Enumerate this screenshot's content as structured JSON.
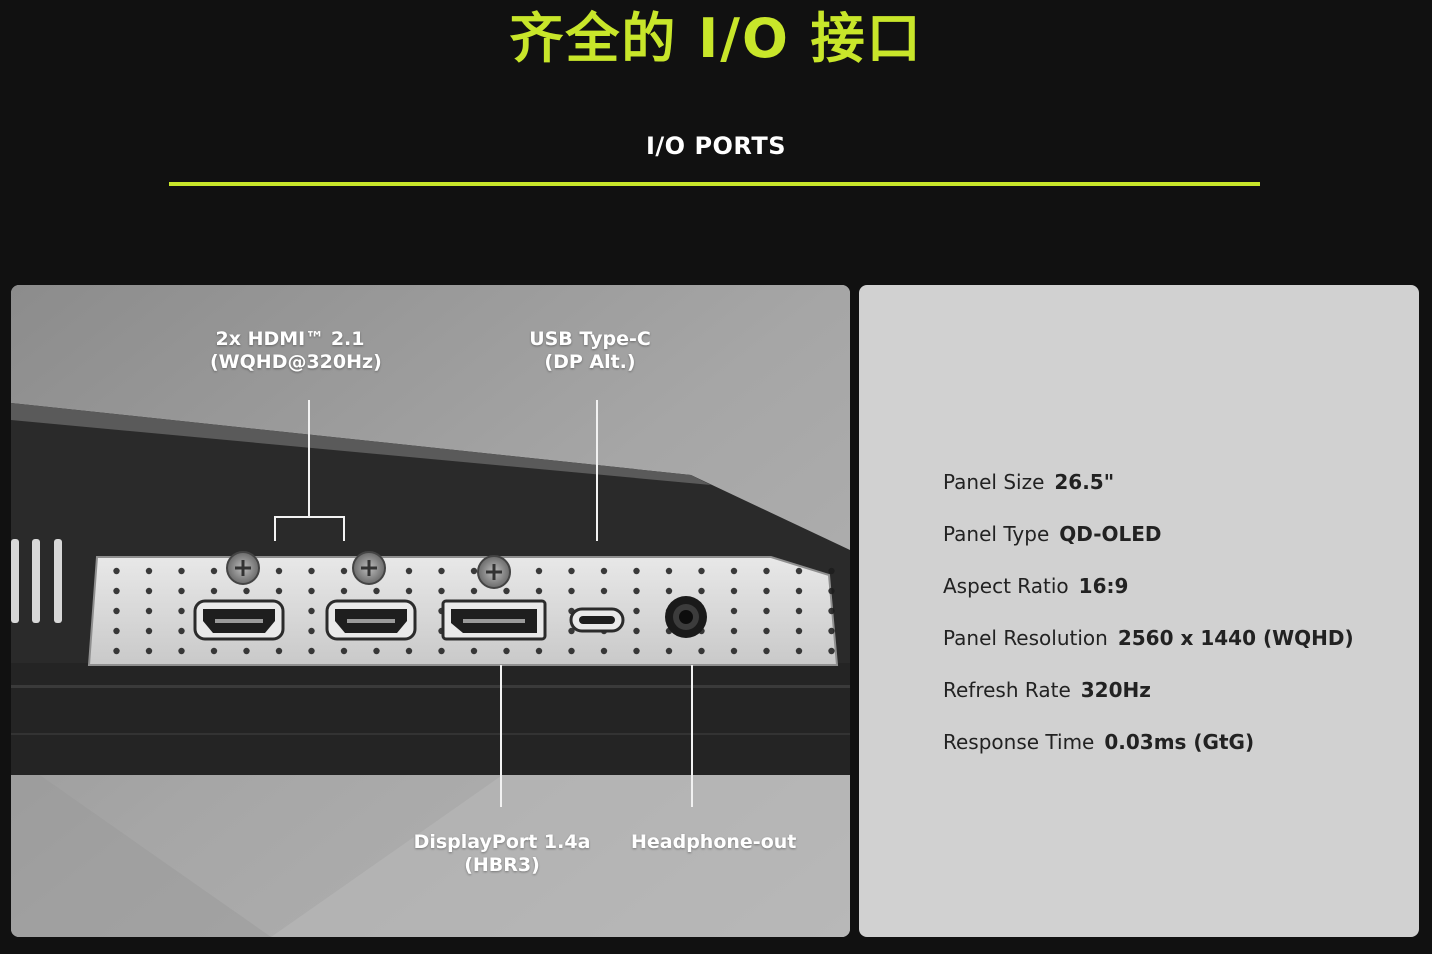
{
  "header": {
    "title": "齐全的 I/O 接口",
    "tab_label": "I/O PORTS"
  },
  "ports_image": {
    "hdmi_label_line1": "2x HDMI™ 2.1",
    "hdmi_label_line2": "(WQHD@320Hz)",
    "usbc_label_line1": "USB Type-C",
    "usbc_label_line2": "(DP Alt.)",
    "dp_label_line1": "DisplayPort 1.4a",
    "dp_label_line2": "(HBR3)",
    "headphone_label": "Headphone-out"
  },
  "specs": [
    {
      "label": "Panel Size",
      "value": "26.5\""
    },
    {
      "label": "Panel Type",
      "value": "QD-OLED"
    },
    {
      "label": "Aspect Ratio",
      "value": "16:9"
    },
    {
      "label": "Panel Resolution",
      "value": "2560 x 1440 (WQHD)"
    },
    {
      "label": "Refresh Rate",
      "value": "320Hz"
    },
    {
      "label": "Response Time",
      "value": "0.03ms (GtG)"
    }
  ],
  "colors": {
    "accent": "#c8e62a",
    "background": "#111111",
    "spec_panel": "#d1d1d1"
  }
}
